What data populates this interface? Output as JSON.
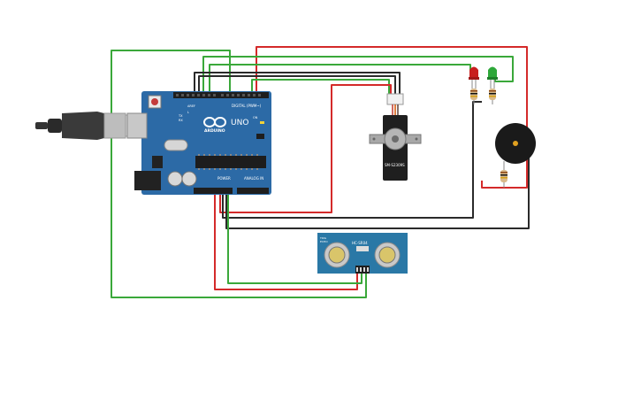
{
  "board": {
    "brand_label": "ARDUINO",
    "model_label": "UNO",
    "digital_header_label": "DIGITAL (PWM~)",
    "power_header_label": "POWER",
    "analog_header_label": "ANALOG IN",
    "aref_label": "AREF",
    "gnd_label": "GND",
    "tx_label": "TX",
    "rx_label": "RX",
    "l_label": "L",
    "on_label": "ON"
  },
  "servo": {
    "model_label": "SM-S2309S"
  },
  "ultrasonic": {
    "model_label": "HC-SR04",
    "trig_label": "TRIG",
    "echo_label": "ECHO"
  },
  "leds": [
    {
      "name": "red-led",
      "color": "#c81e1e"
    },
    {
      "name": "green-led",
      "color": "#2ea83a"
    }
  ],
  "wire_colors": {
    "red": "#d42a2a",
    "black": "#2a2a2a",
    "green": "#3aa83a"
  },
  "board_color": "#2c6aa6"
}
